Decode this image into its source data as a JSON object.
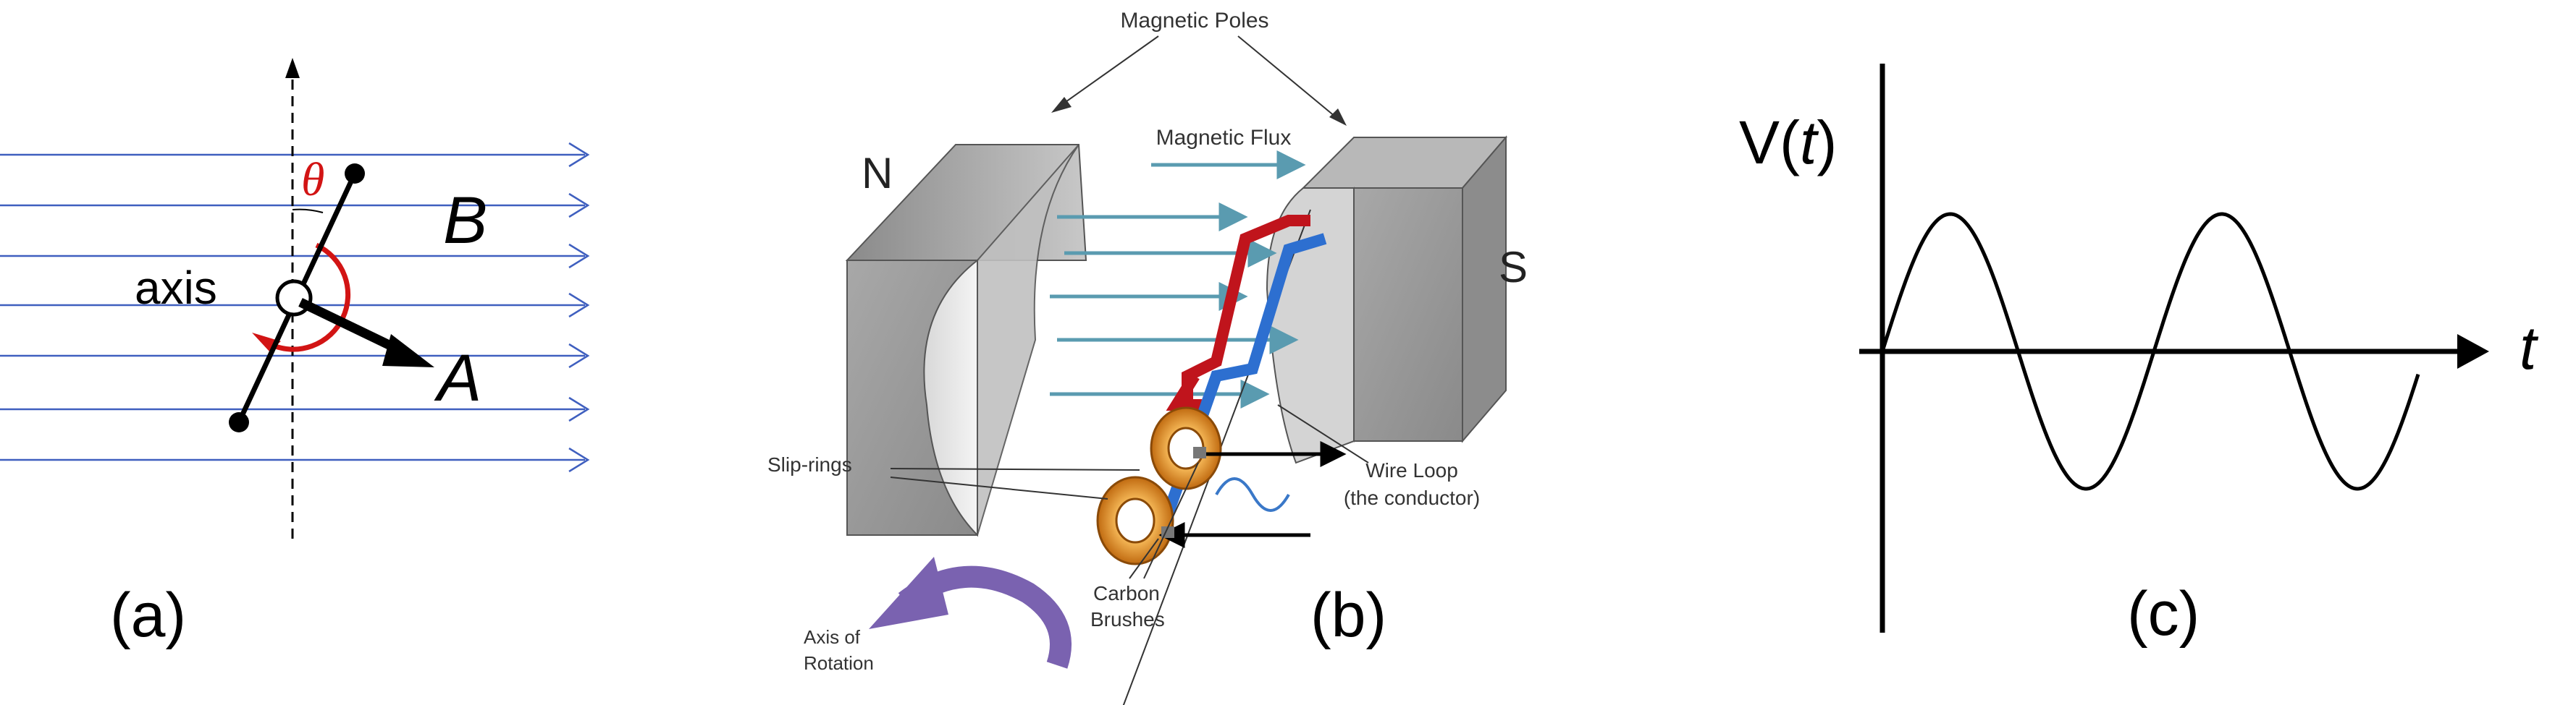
{
  "panel_a": {
    "caption": "(a)",
    "axis_label": "axis",
    "theta": "θ",
    "b_label": "B",
    "a_label": "A",
    "colors": {
      "field_lines": "#3f5fbf",
      "angle": "#d21414",
      "rod": "#000000"
    }
  },
  "panel_b": {
    "caption": "(b)",
    "magnetic_poles": "Magnetic Poles",
    "magnetic_flux": "Magnetic Flux",
    "n_label": "N",
    "s_label": "S",
    "slip_rings": "Slip-rings",
    "wire_loop_1": "Wire Loop",
    "wire_loop_2": "(the conductor)",
    "carbon_1": "Carbon",
    "carbon_2": "Brushes",
    "axis_rot_1": "Axis of",
    "axis_rot_2": "Rotation",
    "colors": {
      "red_wire": "#c0141c",
      "blue_wire": "#2d6fd0",
      "flux": "#5a9bb0",
      "rings": "#d8861a",
      "axis_arrow": "#7a62b0",
      "magnet": "#9a9a9a"
    }
  },
  "panel_c": {
    "caption": "(c)",
    "v_label_prefix": "V(",
    "v_label_var": "t",
    "v_label_suffix": ")",
    "t_label": "t"
  }
}
